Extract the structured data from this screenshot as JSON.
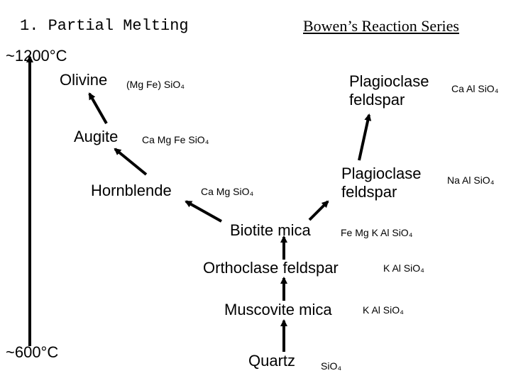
{
  "headings": {
    "left": "1. Partial Melting",
    "right": "Bowen’s Reaction Series"
  },
  "temperature": {
    "high": "~1200°C",
    "low": "~600°C"
  },
  "discontinuous": [
    {
      "mineral": "Olivine",
      "formula": "(Mg Fe) SiO₄"
    },
    {
      "mineral": "Augite",
      "formula": "Ca Mg Fe SiO₄"
    },
    {
      "mineral": "Hornblende",
      "formula": "Ca Mg SiO₄"
    }
  ],
  "continuous": [
    {
      "mineral_line1": "Plagioclase",
      "mineral_line2": "feldspar",
      "formula": "Ca Al SiO₄"
    },
    {
      "mineral_line1": "Plagioclase",
      "mineral_line2": "feldspar",
      "formula": "Na Al SiO₄"
    }
  ],
  "lower": [
    {
      "mineral": "Biotite mica",
      "formula": "Fe Mg K Al SiO₄"
    },
    {
      "mineral": "Orthoclase feldspar",
      "formula": "K Al SiO₄"
    },
    {
      "mineral": "Muscovite mica",
      "formula": "K Al SiO₄"
    },
    {
      "mineral": "Quartz",
      "formula": "SiO₄"
    }
  ]
}
